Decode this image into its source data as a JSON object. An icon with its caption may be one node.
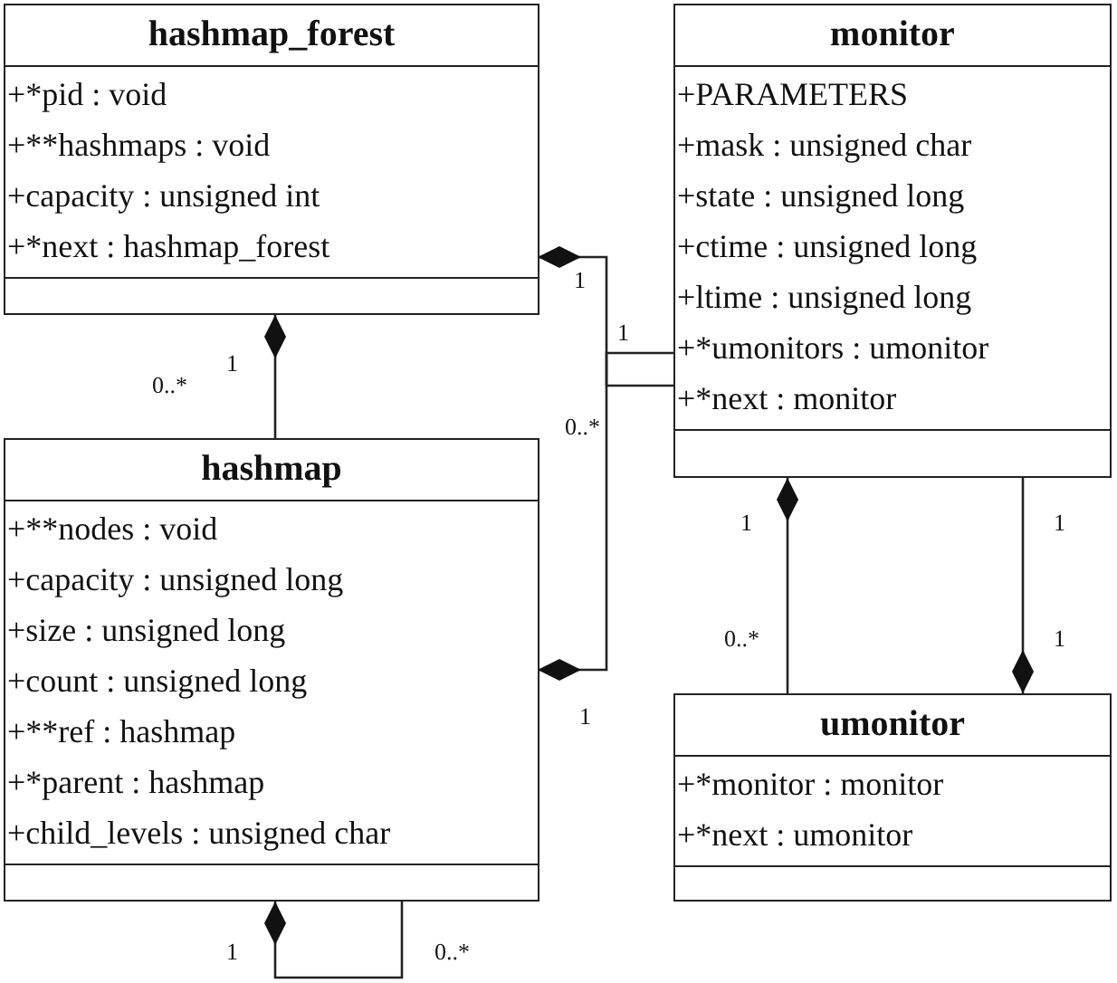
{
  "diagram": {
    "nodes": [
      {
        "text": [
          "hashmap_forest",
          "+*pid : void",
          "+**hashmaps : void",
          "+capacity : unsigned int",
          "+*next : hashmap_forest"
        ]
      },
      {
        "text": [
          "monitor",
          "+PARAMETERS",
          "+mask : unsigned char",
          "+state : unsigned long",
          "+ctime : unsigned long",
          "+ltime : unsigned long",
          "+*umonitors : umonitor",
          "+*next : monitor"
        ]
      },
      {
        "text": [
          "hashmap",
          "+**nodes : void",
          "+capacity : unsigned long",
          "+size : unsigned long",
          "+count : unsigned long",
          "+**ref : hashmap",
          "+*parent : hashmap",
          "+child_levels : unsigned char"
        ]
      },
      {
        "text": [
          "umonitor",
          "+*monitor : monitor",
          "+*next : umonitor"
        ]
      }
    ],
    "edges": [
      {
        "from": 0,
        "to": 1,
        "arrow": "other"
      },
      {
        "from": 0,
        "to": 2,
        "arrow": "other"
      },
      {
        "from": 2,
        "to": 1,
        "arrow": "other"
      },
      {
        "from": 1,
        "to": 3,
        "arrow": "other"
      },
      {
        "from": 3,
        "to": 1,
        "arrow": "other"
      },
      {
        "from": 2,
        "to": 2,
        "arrow": "other"
      }
    ],
    "labels": [
      "1",
      "1",
      "1",
      "0..*",
      "0..*",
      "1",
      "1",
      "0..*",
      "1",
      "1",
      "1",
      "0..*"
    ]
  }
}
